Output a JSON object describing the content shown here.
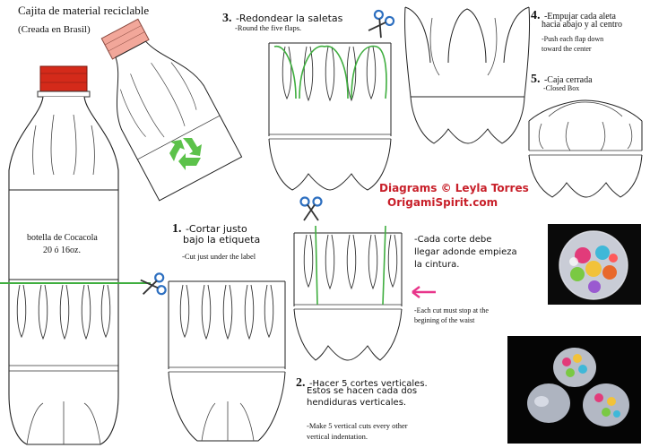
{
  "title": "Cajita de material reciclable",
  "subtitle": "(Creada en Brasil)",
  "credit_line1": "Diagrams © Leyla Torres",
  "credit_line2": "OrigamiSpirit.com",
  "bottle_label": {
    "line1": "botella de Cocacola",
    "line2": "20 ó 16oz."
  },
  "steps": [
    {
      "number": "1.",
      "es_line1": "-Cortar justo",
      "es_line2": "bajo la etiqueta",
      "en_line1": "-Cut just under the label",
      "en_line2": ""
    },
    {
      "number": "2.",
      "es_line1": "-Hacer 5 cortes verticales.",
      "es_line2": "Estos se hacen cada dos",
      "es_line3": "hendiduras verticales.",
      "en_line1": "-Make 5 vertical cuts every other",
      "en_line2": "vertical indentation."
    },
    {
      "number": "3.",
      "es_line1": "-Redondear la saletas",
      "en_line1": "-Round the five flaps."
    },
    {
      "number": "4.",
      "es_line1": "-Empujar cada aleta",
      "es_line2": "hacia abajo y al centro",
      "en_line1": "-Push each flap down",
      "en_line2": "toward the center"
    },
    {
      "number": "5.",
      "es_line1": "-Caja cerrada",
      "en_line1": "-Closed Box"
    }
  ],
  "cut_note": {
    "es_line1": "-Cada corte debe",
    "es_line2": "llegar adonde empieza",
    "es_line3": "la cintura.",
    "en_line1": "-Each cut must stop at the",
    "en_line2": "begining of the waist"
  },
  "colors": {
    "cap_red": "#d42a1a",
    "cap_pink": "#f2a79a",
    "recycle_green": "#5cc24a",
    "guide_green": "#3fae3f",
    "credit_red": "#c8202a",
    "arrow_magenta": "#e8358a",
    "scissors_blue": "#2d6fc0"
  },
  "icons": [
    "scissors-icon",
    "recycle-icon",
    "arrow-left-icon"
  ]
}
